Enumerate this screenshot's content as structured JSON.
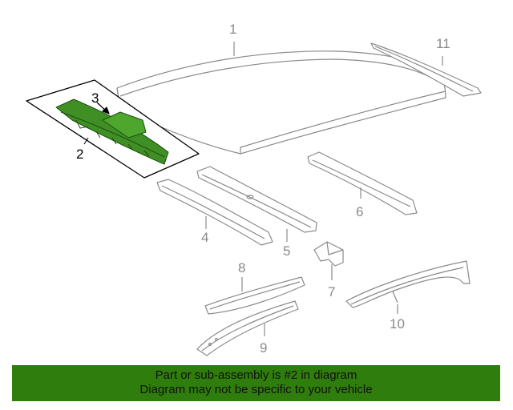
{
  "callouts": {
    "c1": "1",
    "c2": "2",
    "c3": "3",
    "c4": "4",
    "c5": "5",
    "c6": "6",
    "c7": "7",
    "c8": "8",
    "c9": "9",
    "c10": "10",
    "c11": "11"
  },
  "banner": {
    "line1": "Part or sub-assembly is #2 in diagram",
    "line2": "Diagram may not be specific to your vehicle"
  },
  "colors": {
    "highlight_part": "#3f8f25",
    "banner_bg": "#2f7d0c",
    "line_art": "#8a8a8a"
  }
}
